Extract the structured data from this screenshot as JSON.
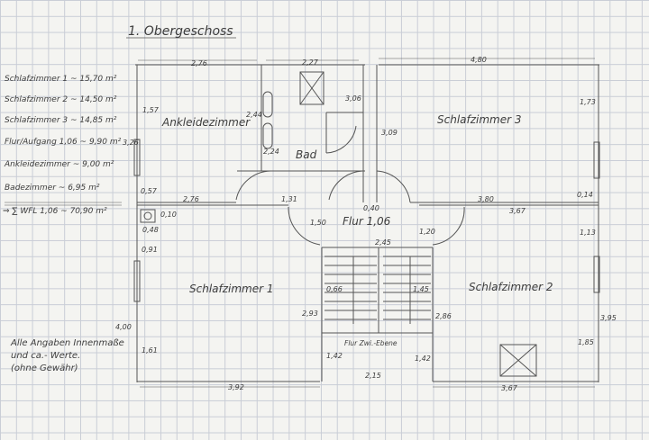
{
  "title": "1. Obergeschoss",
  "summary": {
    "rows": [
      "Schlafzimmer 1 ~ 15,70 m²",
      "Schlafzimmer 2 ~ 14,50 m²",
      "Schlafzimmer 3 ~ 14,85 m²",
      "Flur/Aufgang 1,06 ~ 9,90 m²",
      "Ankleidezimmer ~ 9,00 m²",
      "Badezimmer ~ 6,95 m²"
    ],
    "total": "⇒ ∑ WFL 1,06 ~ 70,90 m²"
  },
  "note": [
    "Alle Angaben Innenmaße",
    "und ca.- Werte.",
    "(ohne Gewähr)"
  ],
  "rooms": {
    "ankleide": "Ankleidezimmer",
    "bad": "Bad",
    "schlaf3": "Schlafzimmer 3",
    "flur": "Flur 1,06",
    "schlaf1": "Schlafzimmer 1",
    "schlaf2": "Schlafzimmer 2",
    "flur_zwi": "Flur Zwi.-Ebene"
  },
  "dims": {
    "top_ankleide_width": "2,76",
    "top_bad_width": "2,27",
    "top_schlaf3_width": "4,80",
    "ankleide_height": "1,57",
    "ankleide_inner_height": "2,44",
    "ankleide_h2": "2,24",
    "bad_h1": "3,06",
    "bad_h2": "3,09",
    "schlaf3_height": "1,73",
    "schlaf1_outer_height": "3,26",
    "wall_057": "0,57",
    "width_276_bottom": "2,76",
    "width_131": "1,31",
    "small_040": "0,40",
    "small_010": "0,10",
    "schlaf3_w_380": "3,80",
    "wall_014": "0,14",
    "flur_150": "1,50",
    "flur_120": "1,20",
    "flur_245": "2,45",
    "schlaf2_w_367": "3,67",
    "schlaf2_h_113": "1,13",
    "chimney_048": "0,48",
    "schlaf1_091": "0,91",
    "stair_066": "0,66",
    "stair_145": "1,45",
    "stair_293": "2,93",
    "stair_286": "2,86",
    "schlaf1_400": "4,00",
    "schlaf1_161": "1,61",
    "zwi_142_left": "1,42",
    "zwi_142_right": "1,42",
    "zwi_215": "2,15",
    "schlaf2_395": "3,95",
    "schlaf2_185": "1,85",
    "bottom_392": "3,92",
    "bottom_367": "3,67"
  }
}
